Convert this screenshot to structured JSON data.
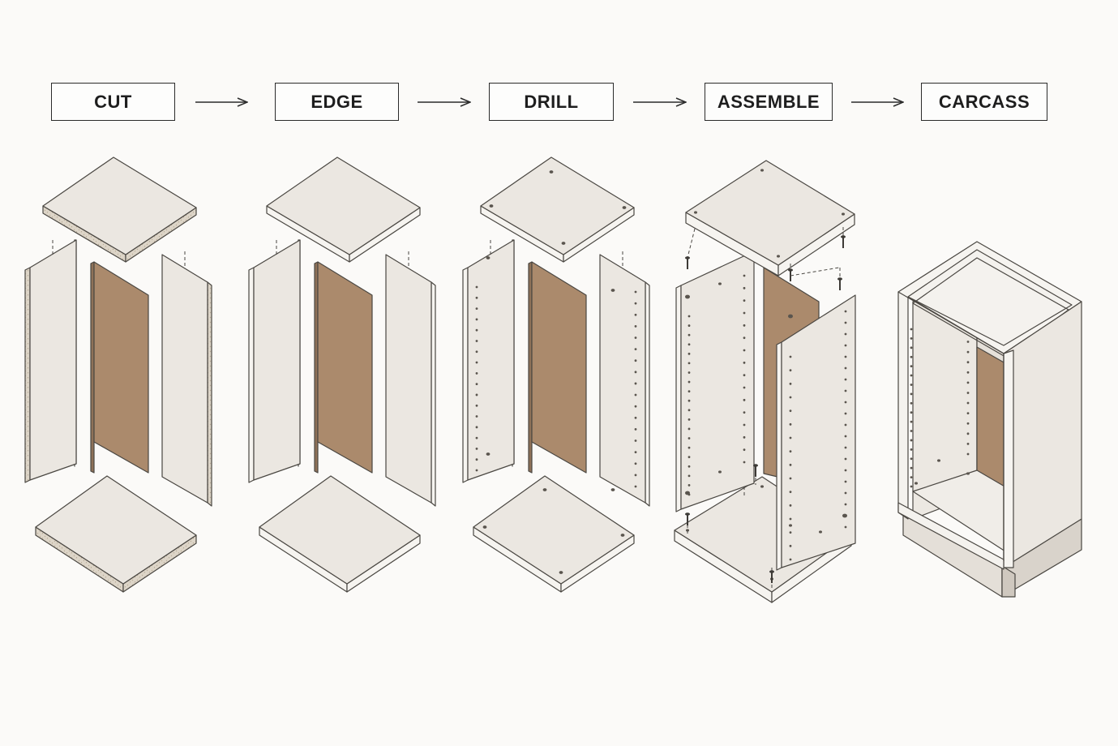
{
  "steps": [
    {
      "id": "cut",
      "label": "CUT"
    },
    {
      "id": "edge",
      "label": "EDGE"
    },
    {
      "id": "drill",
      "label": "DRILL"
    },
    {
      "id": "assemble",
      "label": "ASSEMBLE"
    },
    {
      "id": "carcass",
      "label": "CARCASS"
    }
  ],
  "colors": {
    "panel_face": "#ebe7e1",
    "panel_edge_raw": "#d9d2c6",
    "panel_edge_banded": "#f6f4f0",
    "back_panel": "#ab8a6c",
    "outline": "#4a4742",
    "hole": "#5a554e",
    "background": "#fbfaf8"
  },
  "icons": [
    "arrow-right-icon",
    "dowel-icon",
    "screw-icon"
  ]
}
